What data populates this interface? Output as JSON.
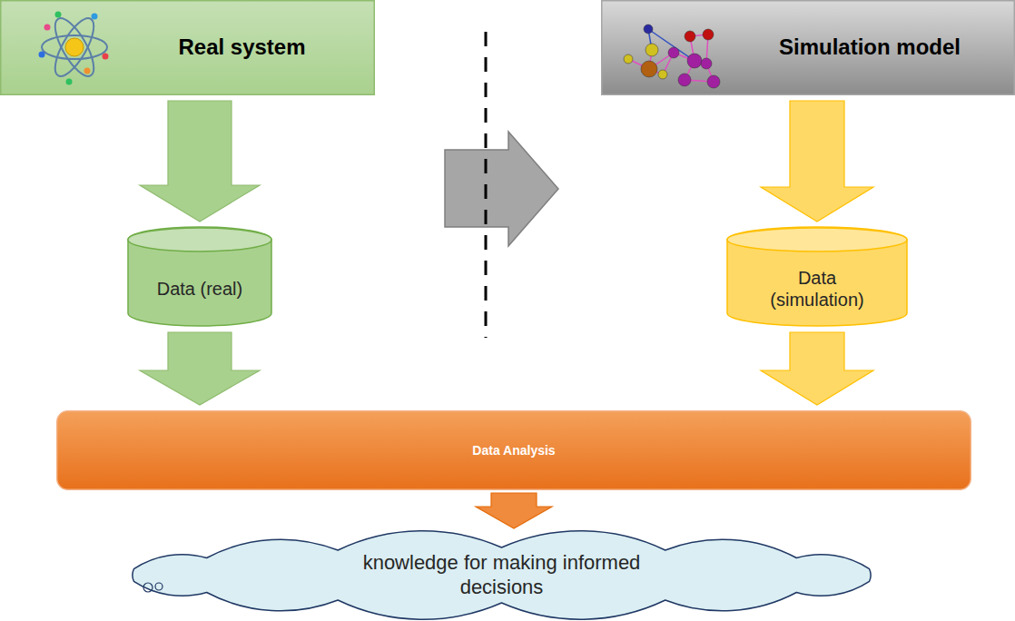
{
  "diagram": {
    "nodes": [
      {
        "text": [
          "Real system"
        ]
      },
      {
        "text": [
          "Simulation model"
        ]
      },
      {
        "text": [
          "Data (real)"
        ]
      },
      {
        "text": [
          "Data (simulation)"
        ]
      },
      {
        "text": [
          "Data Analysis"
        ]
      },
      {
        "text": [
          "knowledge for making informed decisions"
        ]
      }
    ],
    "edges": [
      {
        "from": 0,
        "to": 2,
        "arrow": "to"
      },
      {
        "from": 1,
        "to": 3,
        "arrow": "to"
      },
      {
        "from": 2,
        "to": 4,
        "arrow": "to"
      },
      {
        "from": 3,
        "to": 4,
        "arrow": "to"
      },
      {
        "from": 4,
        "to": 5,
        "arrow": "to"
      }
    ]
  }
}
